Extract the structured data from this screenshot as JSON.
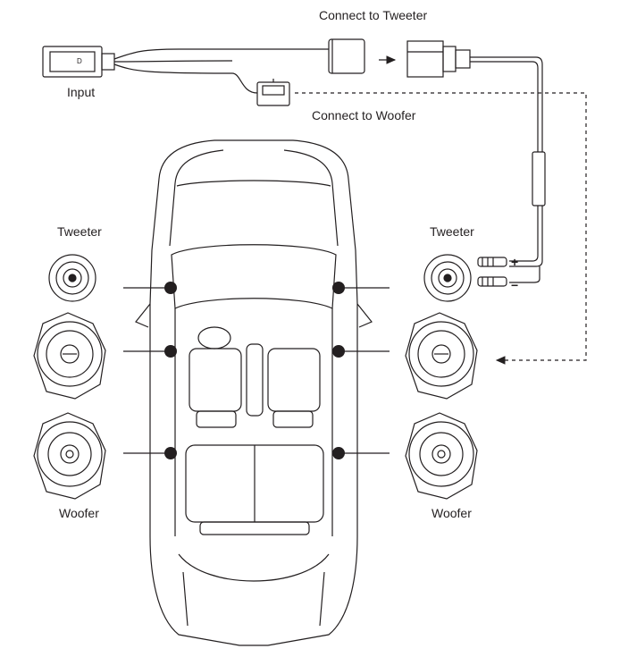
{
  "labels": {
    "connect_tweeter": "Connect to Tweeter",
    "connect_woofer": "Connect to Woofer",
    "input": "Input",
    "tweeter_left": "Tweeter",
    "tweeter_right": "Tweeter",
    "woofer_left": "Woofer",
    "woofer_right": "Woofer",
    "plus": "+",
    "minus": "−",
    "connector_mark": "D"
  },
  "colors": {
    "stroke": "#231f20",
    "dot": "#231f20",
    "fill": "#ffffff"
  }
}
